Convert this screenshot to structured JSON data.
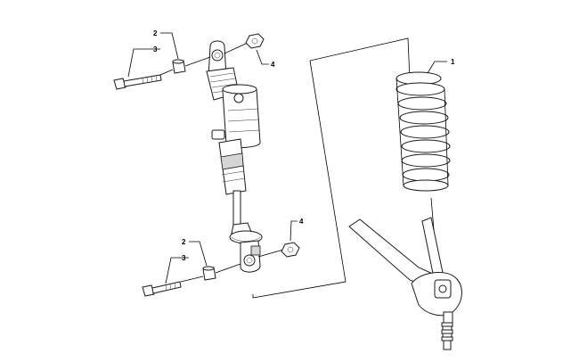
{
  "callouts": {
    "spring": "1",
    "spacer_top": "2",
    "spacer_bottom": "2",
    "bolt_top": "3",
    "bolt_bottom": "3",
    "nut_top": "4",
    "nut_bottom": "4"
  }
}
